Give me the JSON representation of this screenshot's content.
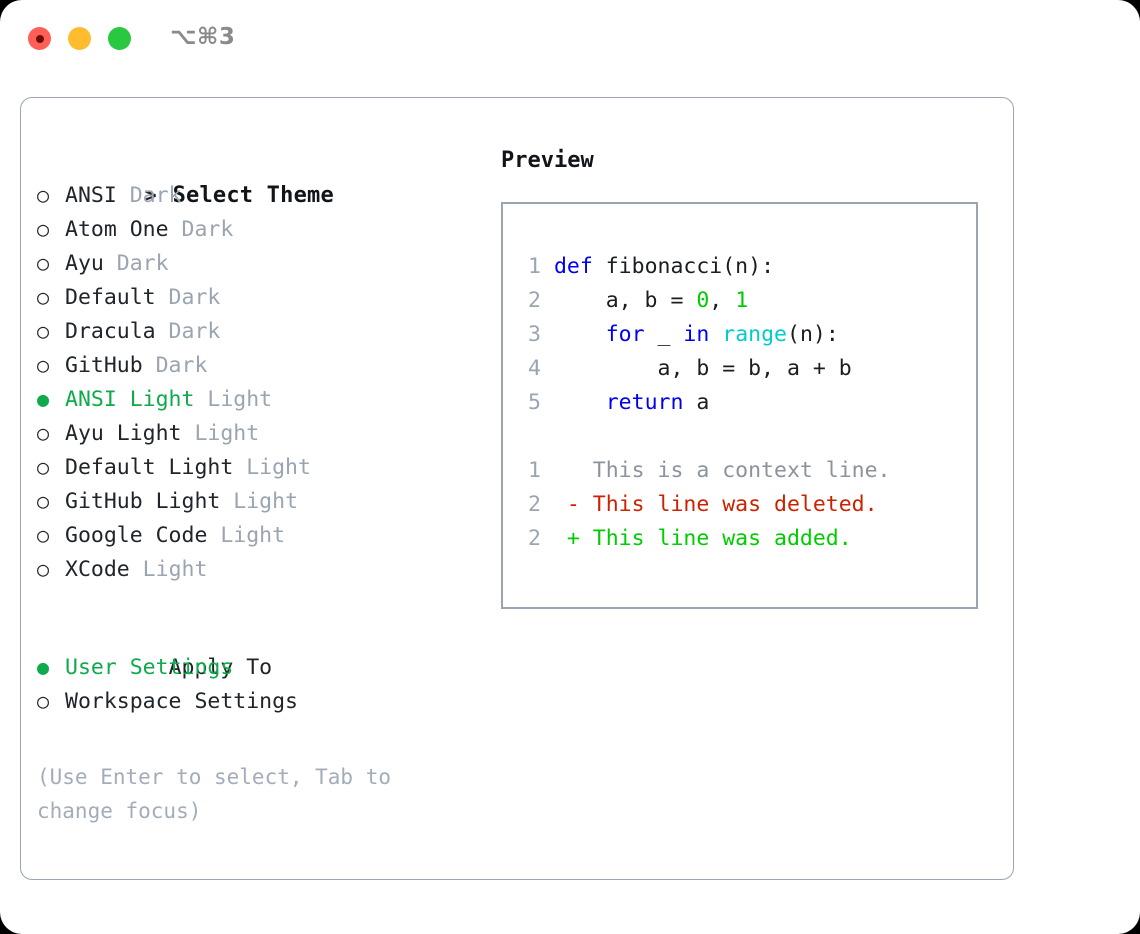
{
  "titlebar": {
    "shortcut": "⌥⌘3",
    "buttons": [
      {
        "name": "close",
        "color": "#ff5f57"
      },
      {
        "name": "minimize",
        "color": "#febc2e"
      },
      {
        "name": "maximize",
        "color": "#28c840"
      }
    ]
  },
  "theme_picker": {
    "heading_marker": ">",
    "heading": "Select Theme",
    "items": [
      {
        "marker": "○",
        "name": "ANSI",
        "kind": "Dark",
        "selected": false
      },
      {
        "marker": "○",
        "name": "Atom One",
        "kind": "Dark",
        "selected": false
      },
      {
        "marker": "○",
        "name": "Ayu",
        "kind": "Dark",
        "selected": false
      },
      {
        "marker": "○",
        "name": "Default",
        "kind": "Dark",
        "selected": false
      },
      {
        "marker": "○",
        "name": "Dracula",
        "kind": "Dark",
        "selected": false
      },
      {
        "marker": "○",
        "name": "GitHub",
        "kind": "Dark",
        "selected": false
      },
      {
        "marker": "●",
        "name": "ANSI Light",
        "kind": "Light",
        "selected": true
      },
      {
        "marker": "○",
        "name": "Ayu Light",
        "kind": "Light",
        "selected": false
      },
      {
        "marker": "○",
        "name": "Default Light",
        "kind": "Light",
        "selected": false
      },
      {
        "marker": "○",
        "name": "GitHub Light",
        "kind": "Light",
        "selected": false
      },
      {
        "marker": "○",
        "name": "Google Code",
        "kind": "Light",
        "selected": false
      },
      {
        "marker": "○",
        "name": "XCode",
        "kind": "Light",
        "selected": false
      }
    ]
  },
  "apply_to": {
    "heading": "Apply To",
    "items": [
      {
        "marker": "●",
        "label": "User Settings",
        "selected": true
      },
      {
        "marker": "○",
        "label": "Workspace Settings",
        "selected": false
      }
    ]
  },
  "hint": "(Use Enter to select, Tab to change focus)",
  "preview": {
    "heading": "Preview",
    "code_lines": [
      {
        "ln": "1",
        "tokens": [
          {
            "t": "def ",
            "c": "kw"
          },
          {
            "t": "fibonacci(n):",
            "c": "plain"
          }
        ]
      },
      {
        "ln": "2",
        "tokens": [
          {
            "t": "    a, b = ",
            "c": "plain"
          },
          {
            "t": "0",
            "c": "num"
          },
          {
            "t": ", ",
            "c": "plain"
          },
          {
            "t": "1",
            "c": "num"
          }
        ]
      },
      {
        "ln": "3",
        "tokens": [
          {
            "t": "    ",
            "c": "plain"
          },
          {
            "t": "for",
            "c": "kw"
          },
          {
            "t": " _ ",
            "c": "plain"
          },
          {
            "t": "in",
            "c": "kw"
          },
          {
            "t": " ",
            "c": "plain"
          },
          {
            "t": "range",
            "c": "fn"
          },
          {
            "t": "(n):",
            "c": "plain"
          }
        ]
      },
      {
        "ln": "4",
        "tokens": [
          {
            "t": "        a, b = b, a + b",
            "c": "plain"
          }
        ]
      },
      {
        "ln": "5",
        "tokens": [
          {
            "t": "    ",
            "c": "plain"
          },
          {
            "t": "return",
            "c": "kw"
          },
          {
            "t": " a",
            "c": "plain"
          }
        ]
      }
    ],
    "diff_lines": [
      {
        "ln": "1",
        "sign": " ",
        "text": "This is a context line.",
        "c": "ctx"
      },
      {
        "ln": "2",
        "sign": "-",
        "text": "This line was deleted.",
        "c": "del"
      },
      {
        "ln": "2",
        "sign": "+",
        "text": "This line was added.",
        "c": "add"
      }
    ]
  },
  "colors": {
    "selection_green": "#0eaa4b",
    "muted_gray": "#9aa5b1",
    "keyword_blue": "#0000ee",
    "number_green": "#00cc00",
    "function_cyan": "#00cccc",
    "diff_delete_red": "#cc2200",
    "diff_add_green": "#00cc00",
    "border_gray": "#9aa5b1"
  }
}
